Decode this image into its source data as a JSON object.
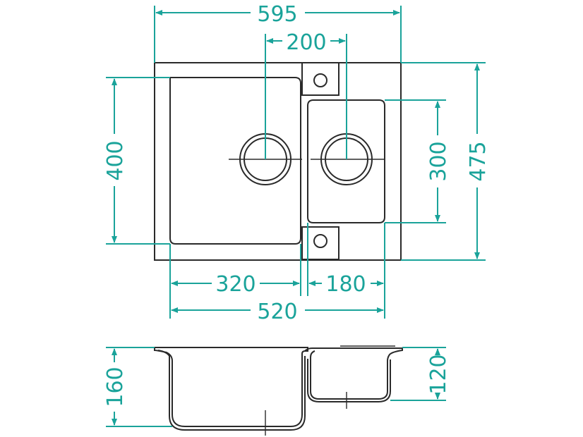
{
  "colors": {
    "dimension": "#1aa39a",
    "outline": "#2a2a2a",
    "background": "#ffffff"
  },
  "dimensions": {
    "total_width": "595",
    "drain_spacing": "200",
    "large_bowl_height": "400",
    "small_bowl_height": "300",
    "total_depth": "475",
    "large_bowl_width": "320",
    "small_bowl_width": "180",
    "inner_width": "520",
    "large_bowl_depth": "160",
    "small_bowl_depth": "120"
  }
}
